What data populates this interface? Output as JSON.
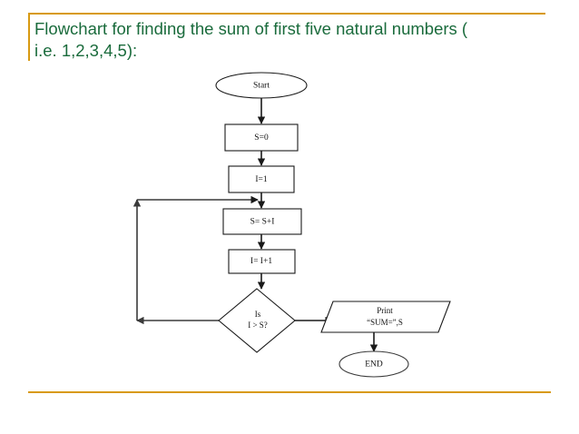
{
  "slide": {
    "title_line1": "Flowchart for finding the sum of first five natural numbers (",
    "title_line2": "i.e. 1,2,3,4,5):",
    "title_color": "#1a6b3c",
    "accent_color": "#d89a12",
    "background_color": "#ffffff"
  },
  "flowchart": {
    "nodes": [
      {
        "id": "start",
        "type": "terminator",
        "label": "Start"
      },
      {
        "id": "init_s",
        "type": "process",
        "label": "S=0"
      },
      {
        "id": "init_i",
        "type": "process",
        "label": "I=1"
      },
      {
        "id": "sum",
        "type": "process",
        "label": "S= S+I"
      },
      {
        "id": "incr",
        "type": "process",
        "label": "I= I+1"
      },
      {
        "id": "decision",
        "type": "decision",
        "label_line1": "Is",
        "label_line2": "I > S?"
      },
      {
        "id": "print",
        "type": "input-output",
        "label_line1": "Print",
        "label_line2": "“SUM=”,S"
      },
      {
        "id": "end",
        "type": "terminator",
        "label": "END"
      }
    ],
    "edges": [
      {
        "from": "start",
        "to": "init_s"
      },
      {
        "from": "init_s",
        "to": "init_i"
      },
      {
        "from": "init_i",
        "to": "sum"
      },
      {
        "from": "sum",
        "to": "incr"
      },
      {
        "from": "incr",
        "to": "decision"
      },
      {
        "from": "decision",
        "to": "print"
      },
      {
        "from": "decision",
        "to": "sum",
        "kind": "loop-back"
      },
      {
        "from": "print",
        "to": "end"
      }
    ],
    "shape_stroke_color": "#1a1a1a",
    "shape_fill_color": "#ffffff"
  }
}
